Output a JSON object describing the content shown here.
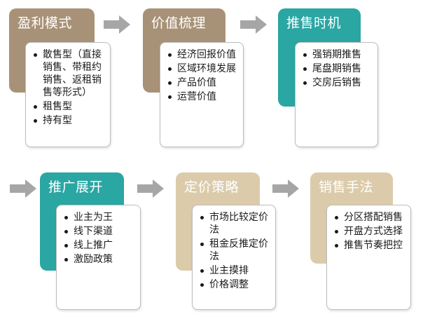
{
  "colors": {
    "brown": "#a89277",
    "teal": "#2aa6a3",
    "beige": "#dccbaa",
    "arrow_gray": "#a6a6a6"
  },
  "steps": [
    {
      "title": "盈利模式",
      "color": "brown",
      "items": [
        "散售型（直接销售、带租约销售、返租销售等形式）",
        "租售型",
        "持有型"
      ]
    },
    {
      "title": "价值梳理",
      "color": "brown",
      "items": [
        "经济回报价值",
        "区域环境发展",
        "产品价值",
        "运营价值"
      ]
    },
    {
      "title": "推售时机",
      "color": "teal",
      "items": [
        "强销期推售",
        "尾盘期销售",
        "交房后销售"
      ]
    },
    {
      "title": "推广展开",
      "color": "teal",
      "items": [
        "业主为王",
        "线下渠道",
        "线上推广",
        "激励政策"
      ]
    },
    {
      "title": "定价策略",
      "color": "beige",
      "items": [
        "市场比较定价法",
        "租金反推定价法",
        "业主摸排",
        "价格调整"
      ]
    },
    {
      "title": "销售手法",
      "color": "beige",
      "items": [
        "分区搭配销售",
        "开盘方式选择",
        "推售节奏把控"
      ]
    }
  ]
}
